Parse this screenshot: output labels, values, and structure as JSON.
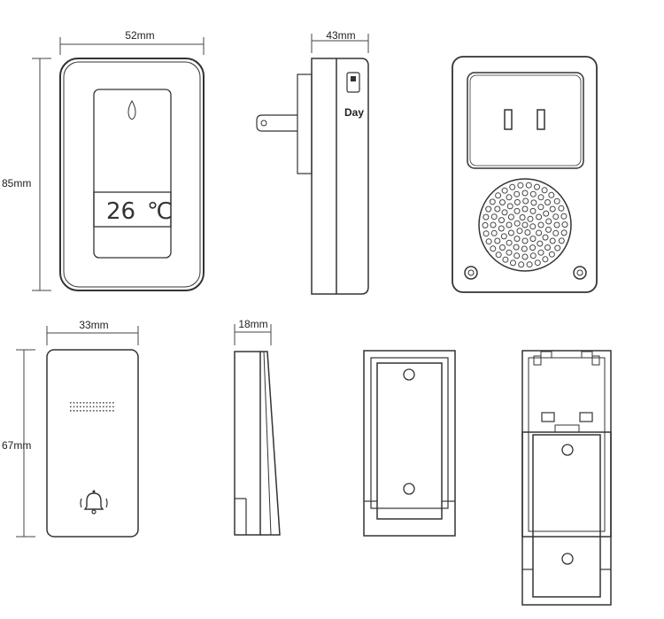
{
  "dimensions": {
    "receiver_width": "52mm",
    "receiver_height": "85mm",
    "receiver_depth": "43mm",
    "button_width": "33mm",
    "button_height": "67mm",
    "button_depth": "18mm"
  },
  "display": {
    "temperature": "26",
    "unit": "℃"
  },
  "switch_label": "Day",
  "colors": {
    "line": "#333333",
    "background": "#ffffff"
  }
}
